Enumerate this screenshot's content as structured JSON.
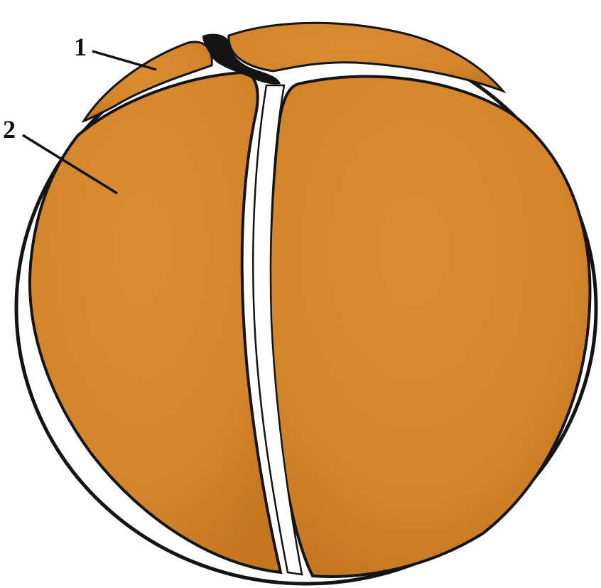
{
  "diagram": {
    "labels": [
      {
        "id": "label-1",
        "text": "1"
      },
      {
        "id": "label-2",
        "text": "2"
      }
    ]
  },
  "colors": {
    "cell_fill": "#D3852A",
    "cell_fill_light": "#E0963C",
    "cell_fill_dark": "#B86E1C",
    "outline": "#141414",
    "groove": "#FFFFFF",
    "background": "#FFFFFF"
  }
}
